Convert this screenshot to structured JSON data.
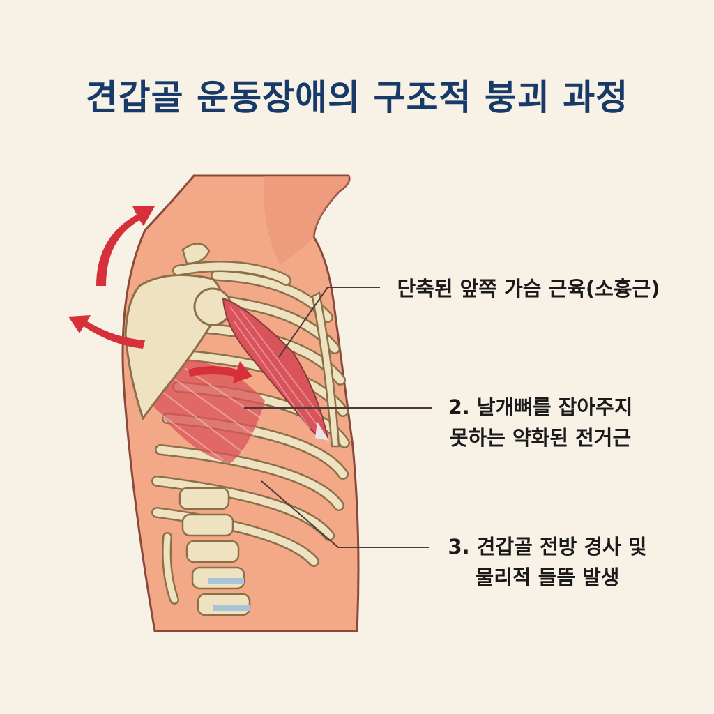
{
  "title": "견갑골 운동장애의 구조적 붕괴 과정",
  "labels": [
    {
      "lines": [
        "단축된 앞쪽 가슴 근육(소흉근)"
      ]
    },
    {
      "lines": [
        "2. 날개뼈를 잡아주지",
        "못하는 약화된 전거근"
      ]
    },
    {
      "lines": [
        "3. 견갑골 전방 경사 및",
        "물리적 들뜸 발생"
      ]
    }
  ],
  "colors": {
    "background": "#f7f1e6",
    "title": "#173a68",
    "skin": "#f3a888",
    "bone": "#efe2c0",
    "muscle": "#d9545a",
    "arrow": "#d6303a",
    "leader": "#4a3a3a"
  }
}
